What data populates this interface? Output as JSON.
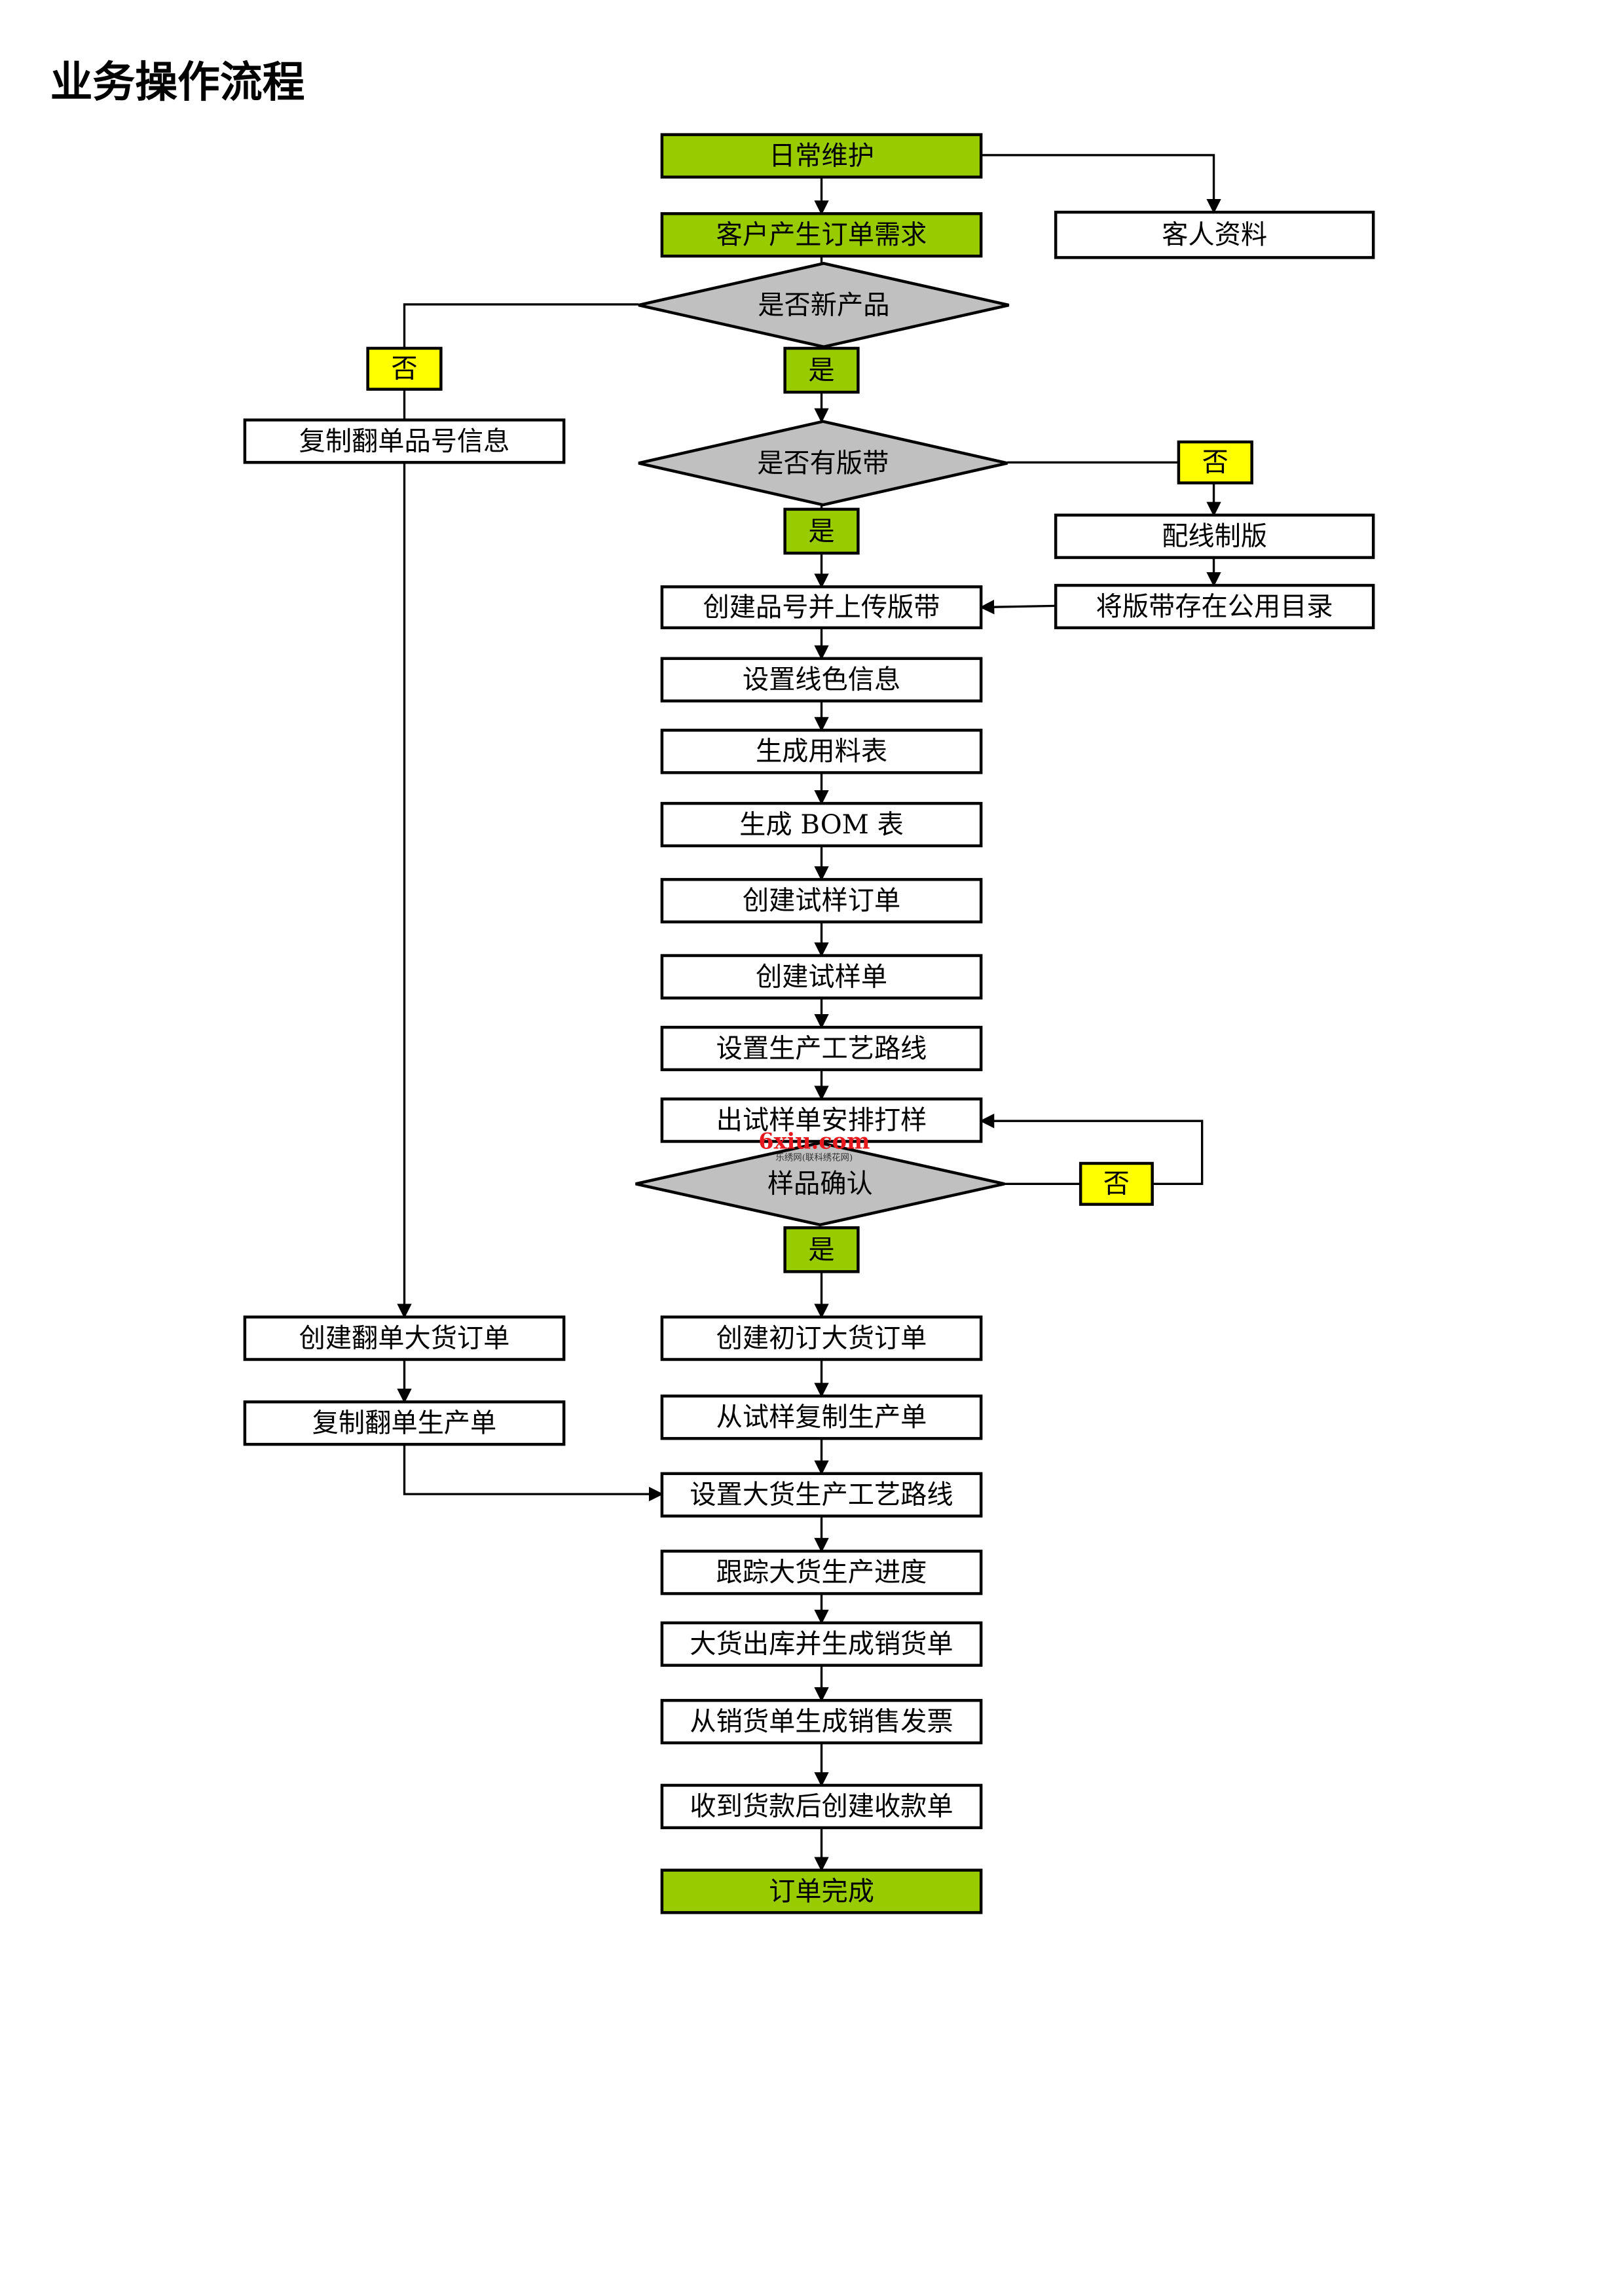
{
  "title": "业务操作流程",
  "colors": {
    "start_end_fill": "#99cc00",
    "yes_fill": "#99cc00",
    "no_fill": "#ffff00",
    "decision_fill": "#c0c0c0",
    "box_fill": "#ffffff",
    "stroke": "#000000",
    "watermark": "#e8191e"
  },
  "nodes": {
    "daily_maintenance": "日常维护",
    "customer_order_demand": "客户产生订单需求",
    "customer_info": "客人资料",
    "is_new_product": "是否新产品",
    "new_no": "否",
    "new_yes": "是",
    "copy_repeat_item_info": "复制翻单品号信息",
    "has_pattern_tape": "是否有版带",
    "tape_no": "否",
    "tape_yes": "是",
    "thread_plate_making": "配线制版",
    "save_tape_public_dir": "将版带存在公用目录",
    "create_item_upload_tape": "创建品号并上传版带",
    "set_thread_color": "设置线色信息",
    "gen_material_list": "生成用料表",
    "gen_bom": "生成 BOM 表",
    "create_sample_order": "创建试样订单",
    "create_sample_sheet": "创建试样单",
    "set_production_route": "设置生产工艺路线",
    "issue_sample_sheet": "出试样单安排打样",
    "sample_confirm": "样品确认",
    "confirm_no": "否",
    "confirm_yes": "是",
    "create_repeat_bulk_order": "创建翻单大货订单",
    "copy_repeat_production": "复制翻单生产单",
    "create_initial_bulk_order": "创建初订大货订单",
    "copy_production_from_sample": "从试样复制生产单",
    "set_bulk_route": "设置大货生产工艺路线",
    "track_bulk_progress": "跟踪大货生产进度",
    "bulk_outbound_sales": "大货出库并生成销货单",
    "sales_invoice": "从销货单生成销售发票",
    "receipt": "收到货款后创建收款单",
    "order_complete": "订单完成"
  },
  "watermark": {
    "logo": "6xiu.com",
    "caption": "乐绣网(联科绣花网)"
  }
}
